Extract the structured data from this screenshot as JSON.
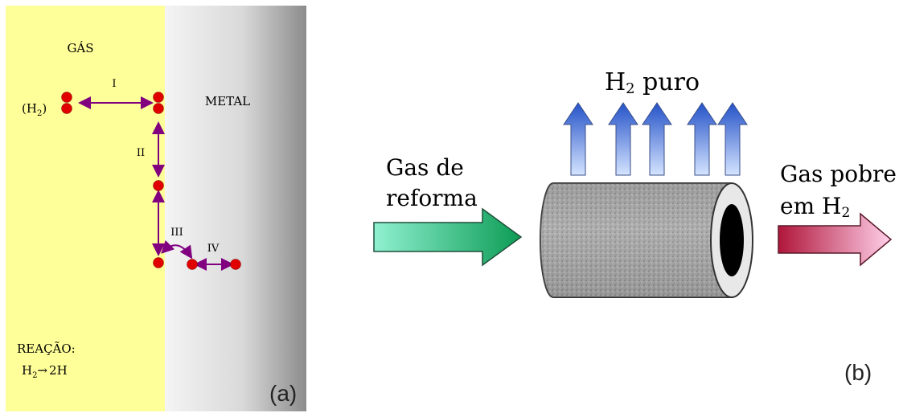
{
  "panel_a": {
    "gas_label": "GÁS",
    "metal_label": "METAL",
    "h2_label": "(H",
    "h2_sub": "2",
    "h2_close": ")",
    "step_labels": [
      "I",
      "II",
      "III",
      "IV"
    ],
    "reaction_title": "REAÇÃO:",
    "reaction_lhs": "H",
    "reaction_lhs_sub": "2",
    "reaction_arrow": "→",
    "reaction_rhs": "2H",
    "panel_tag": "(a)",
    "colors": {
      "gas_bg": "#ffff99",
      "metal_light": "#f2f2f2",
      "metal_dark": "#8c8c8c",
      "atom": "#e00000",
      "arrow": "#800080"
    }
  },
  "panel_b": {
    "h2_puro": "H",
    "h2_puro_sub": "2",
    "h2_puro_suffix": " puro",
    "gas_in_line1": "Gas de",
    "gas_in_line2": "reforma",
    "gas_out_line1": "Gas pobre",
    "gas_out_line2": "em H",
    "gas_out_sub": "2",
    "panel_tag": "(b)",
    "colors": {
      "in_arrow": "#19b58a",
      "out_arrow": "#c2185b",
      "up_arrow": "#3f72d6",
      "tube": "#9a9a9a"
    }
  }
}
